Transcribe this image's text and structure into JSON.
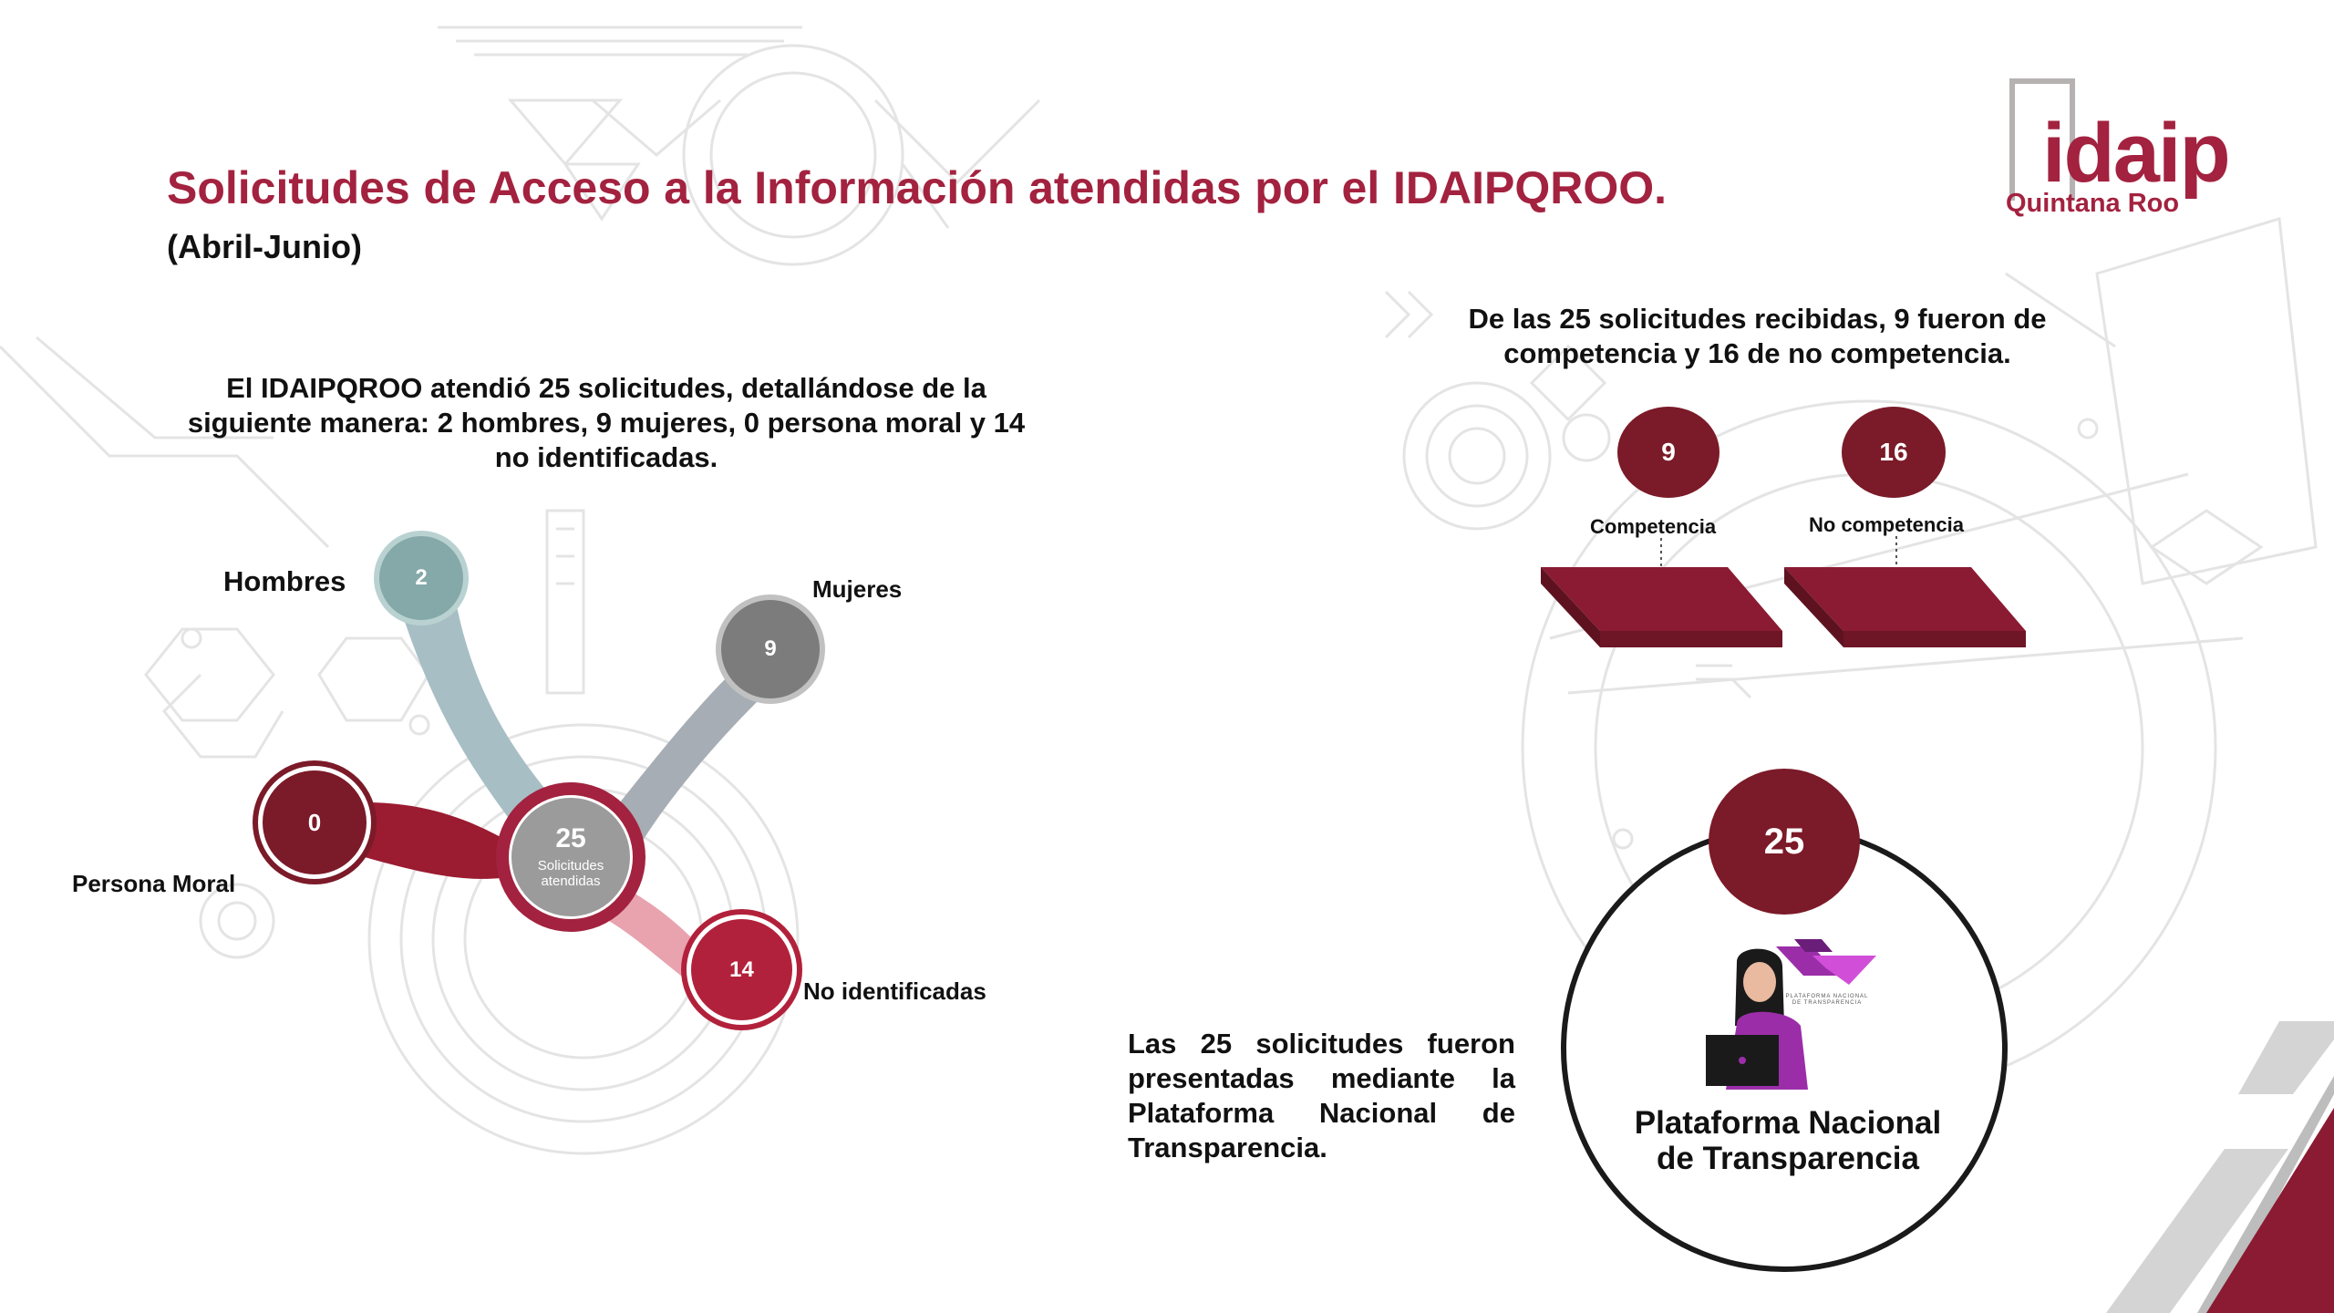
{
  "title": {
    "main": "Solicitudes de Acceso a la Información atendidas por el IDAIPQROO.",
    "period": "(Abril-Junio)"
  },
  "logo": {
    "word": "idaip",
    "subtitle": "Quintana Roo"
  },
  "left_panel": {
    "intro": "El IDAIPQROO atendió 25 solicitudes, detallándose de la siguiente manera: 2 hombres, 9 mujeres, 0 persona moral y 14 no identificadas.",
    "center": {
      "value": "25",
      "caption": "Solicitudes atendidas"
    },
    "categories": [
      {
        "label": "Hombres",
        "value": "2",
        "color": "#84a9a8"
      },
      {
        "label": "Mujeres",
        "value": "9",
        "color": "#7c7c7c"
      },
      {
        "label": "Persona Moral",
        "value": "0",
        "color": "#7b1a28"
      },
      {
        "label": "No identificadas",
        "value": "14",
        "color": "#b2213b"
      }
    ]
  },
  "right_panel": {
    "intro": "De las 25 solicitudes recibidas,  9 fueron de competencia y 16 de no competencia.",
    "competencia": {
      "value": "9",
      "label": "Competencia"
    },
    "no_competencia": {
      "value": "16",
      "label": "No competencia"
    }
  },
  "platform": {
    "value": "25",
    "label": "Plataforma Nacional de Transparencia",
    "logo_caption": "PLATAFORMA NACIONAL DE TRANSPARENCIA",
    "description": "Las 25 solicitudes fueron presentadas mediante la Plataforma Nacional de Transparencia."
  },
  "colors": {
    "brand": "#a3223f",
    "dark_red": "#7b1a28",
    "teal": "#84a9a8",
    "gray": "#7c7c7c",
    "pink": "#e8a3ae"
  }
}
